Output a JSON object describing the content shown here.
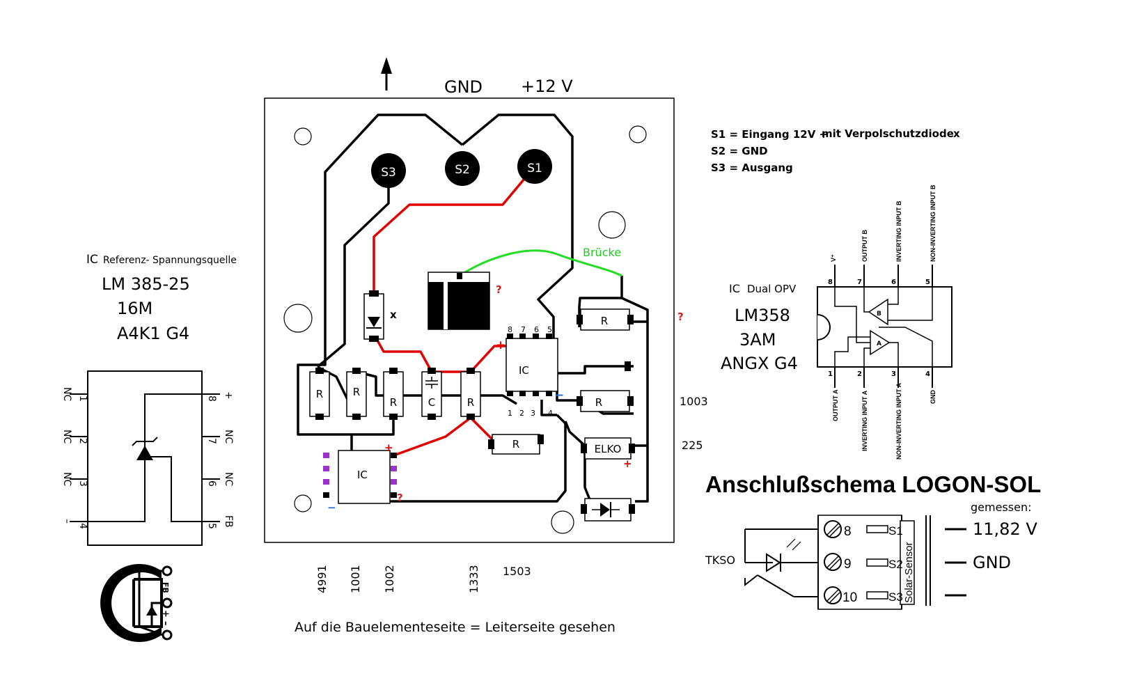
{
  "top": {
    "gnd": "GND",
    "plus12": "+12 V"
  },
  "board": {
    "pads": {
      "s1": "S1",
      "s2": "S2",
      "s3": "S3"
    },
    "labels": {
      "bridge": "Brücke",
      "q1": "?",
      "q2": "?",
      "q3": "?",
      "x": "x",
      "r1": "R",
      "r2": "R",
      "r3": "R",
      "r4": "R",
      "r5": "R",
      "r6": "R",
      "r7": "R",
      "c": "C",
      "ic_main": "IC",
      "ic_small": "IC",
      "elko": "ELKO",
      "plus_a": "+",
      "plus_b": "+",
      "plus_c": "+",
      "minus_a": "−",
      "minus_b": "−",
      "pin8": "8",
      "pin7": "7",
      "pin6": "6",
      "pin5": "5",
      "pin1": "1",
      "pin2": "2",
      "pin3": "3",
      "pin4": "4"
    },
    "values": {
      "v1003": "1003",
      "v225": "225"
    },
    "bottom_codes": [
      "4991",
      "1001",
      "1002",
      "1333"
    ],
    "code_1503": "1503",
    "caption": "Auf die Bauelementeseite = Leiterseite gesehen"
  },
  "legend": {
    "s1": "S1 = Eingang 12V +",
    "s1_note": "mit Verpolschutzdiode",
    "s1_x": "x",
    "s2": "S2 = GND",
    "s3": "S3 = Ausgang"
  },
  "lm385": {
    "ic_word": "IC",
    "desc": "Referenz- Spannungsquelle",
    "name": "LM 385-25",
    "line2": "16M",
    "line3": "A4K1 G4",
    "left_pins": [
      {
        "name": "NC",
        "num": "1"
      },
      {
        "name": "NC",
        "num": "2"
      },
      {
        "name": "NC",
        "num": "3"
      },
      {
        "name": "–",
        "num": "4"
      }
    ],
    "right_pins": [
      {
        "name": "+",
        "num": "8"
      },
      {
        "name": "NC",
        "num": "7"
      },
      {
        "name": "NC",
        "num": "6"
      },
      {
        "name": "FB",
        "num": "5"
      }
    ],
    "pkg_labels": {
      "fb": "FB",
      "plus": "+",
      "minus": "–"
    }
  },
  "lm358": {
    "ic_word": "IC",
    "desc": "Dual OPV",
    "name": "LM358",
    "line2": "3AM",
    "line3": "ANGX G4",
    "top_pins": [
      {
        "num": "8",
        "label": "V⁺"
      },
      {
        "num": "7",
        "label": "OUTPUT B"
      },
      {
        "num": "6",
        "label": "INVERTING INPUT B"
      },
      {
        "num": "5",
        "label": "NON-INVERTING INPUT B"
      }
    ],
    "bottom_pins": [
      {
        "num": "1",
        "label": "OUTPUT A"
      },
      {
        "num": "2",
        "label": "INVERTING INPUT A"
      },
      {
        "num": "3",
        "label": "NON-INVERTING INPUT A"
      },
      {
        "num": "4",
        "label": "GND"
      }
    ],
    "amp_a": "A",
    "amp_b": "B"
  },
  "logon": {
    "title": "Anschlußschema LOGON-SOL",
    "measured": "gemessen:",
    "tkso": "TKSO",
    "terminals": [
      {
        "num": "8",
        "label": "S1",
        "value": "11,82 V"
      },
      {
        "num": "9",
        "label": "S2",
        "value": "GND"
      },
      {
        "num": "10",
        "label": "S3",
        "value": ""
      }
    ],
    "sensor": "Solar-Sensor"
  },
  "colors": {
    "trace_red": "#e00000",
    "bridge_green": "#22dd22",
    "pad_purple": "#9933cc",
    "minus_blue": "#1f6fd6",
    "question_red": "#d81c1c"
  }
}
